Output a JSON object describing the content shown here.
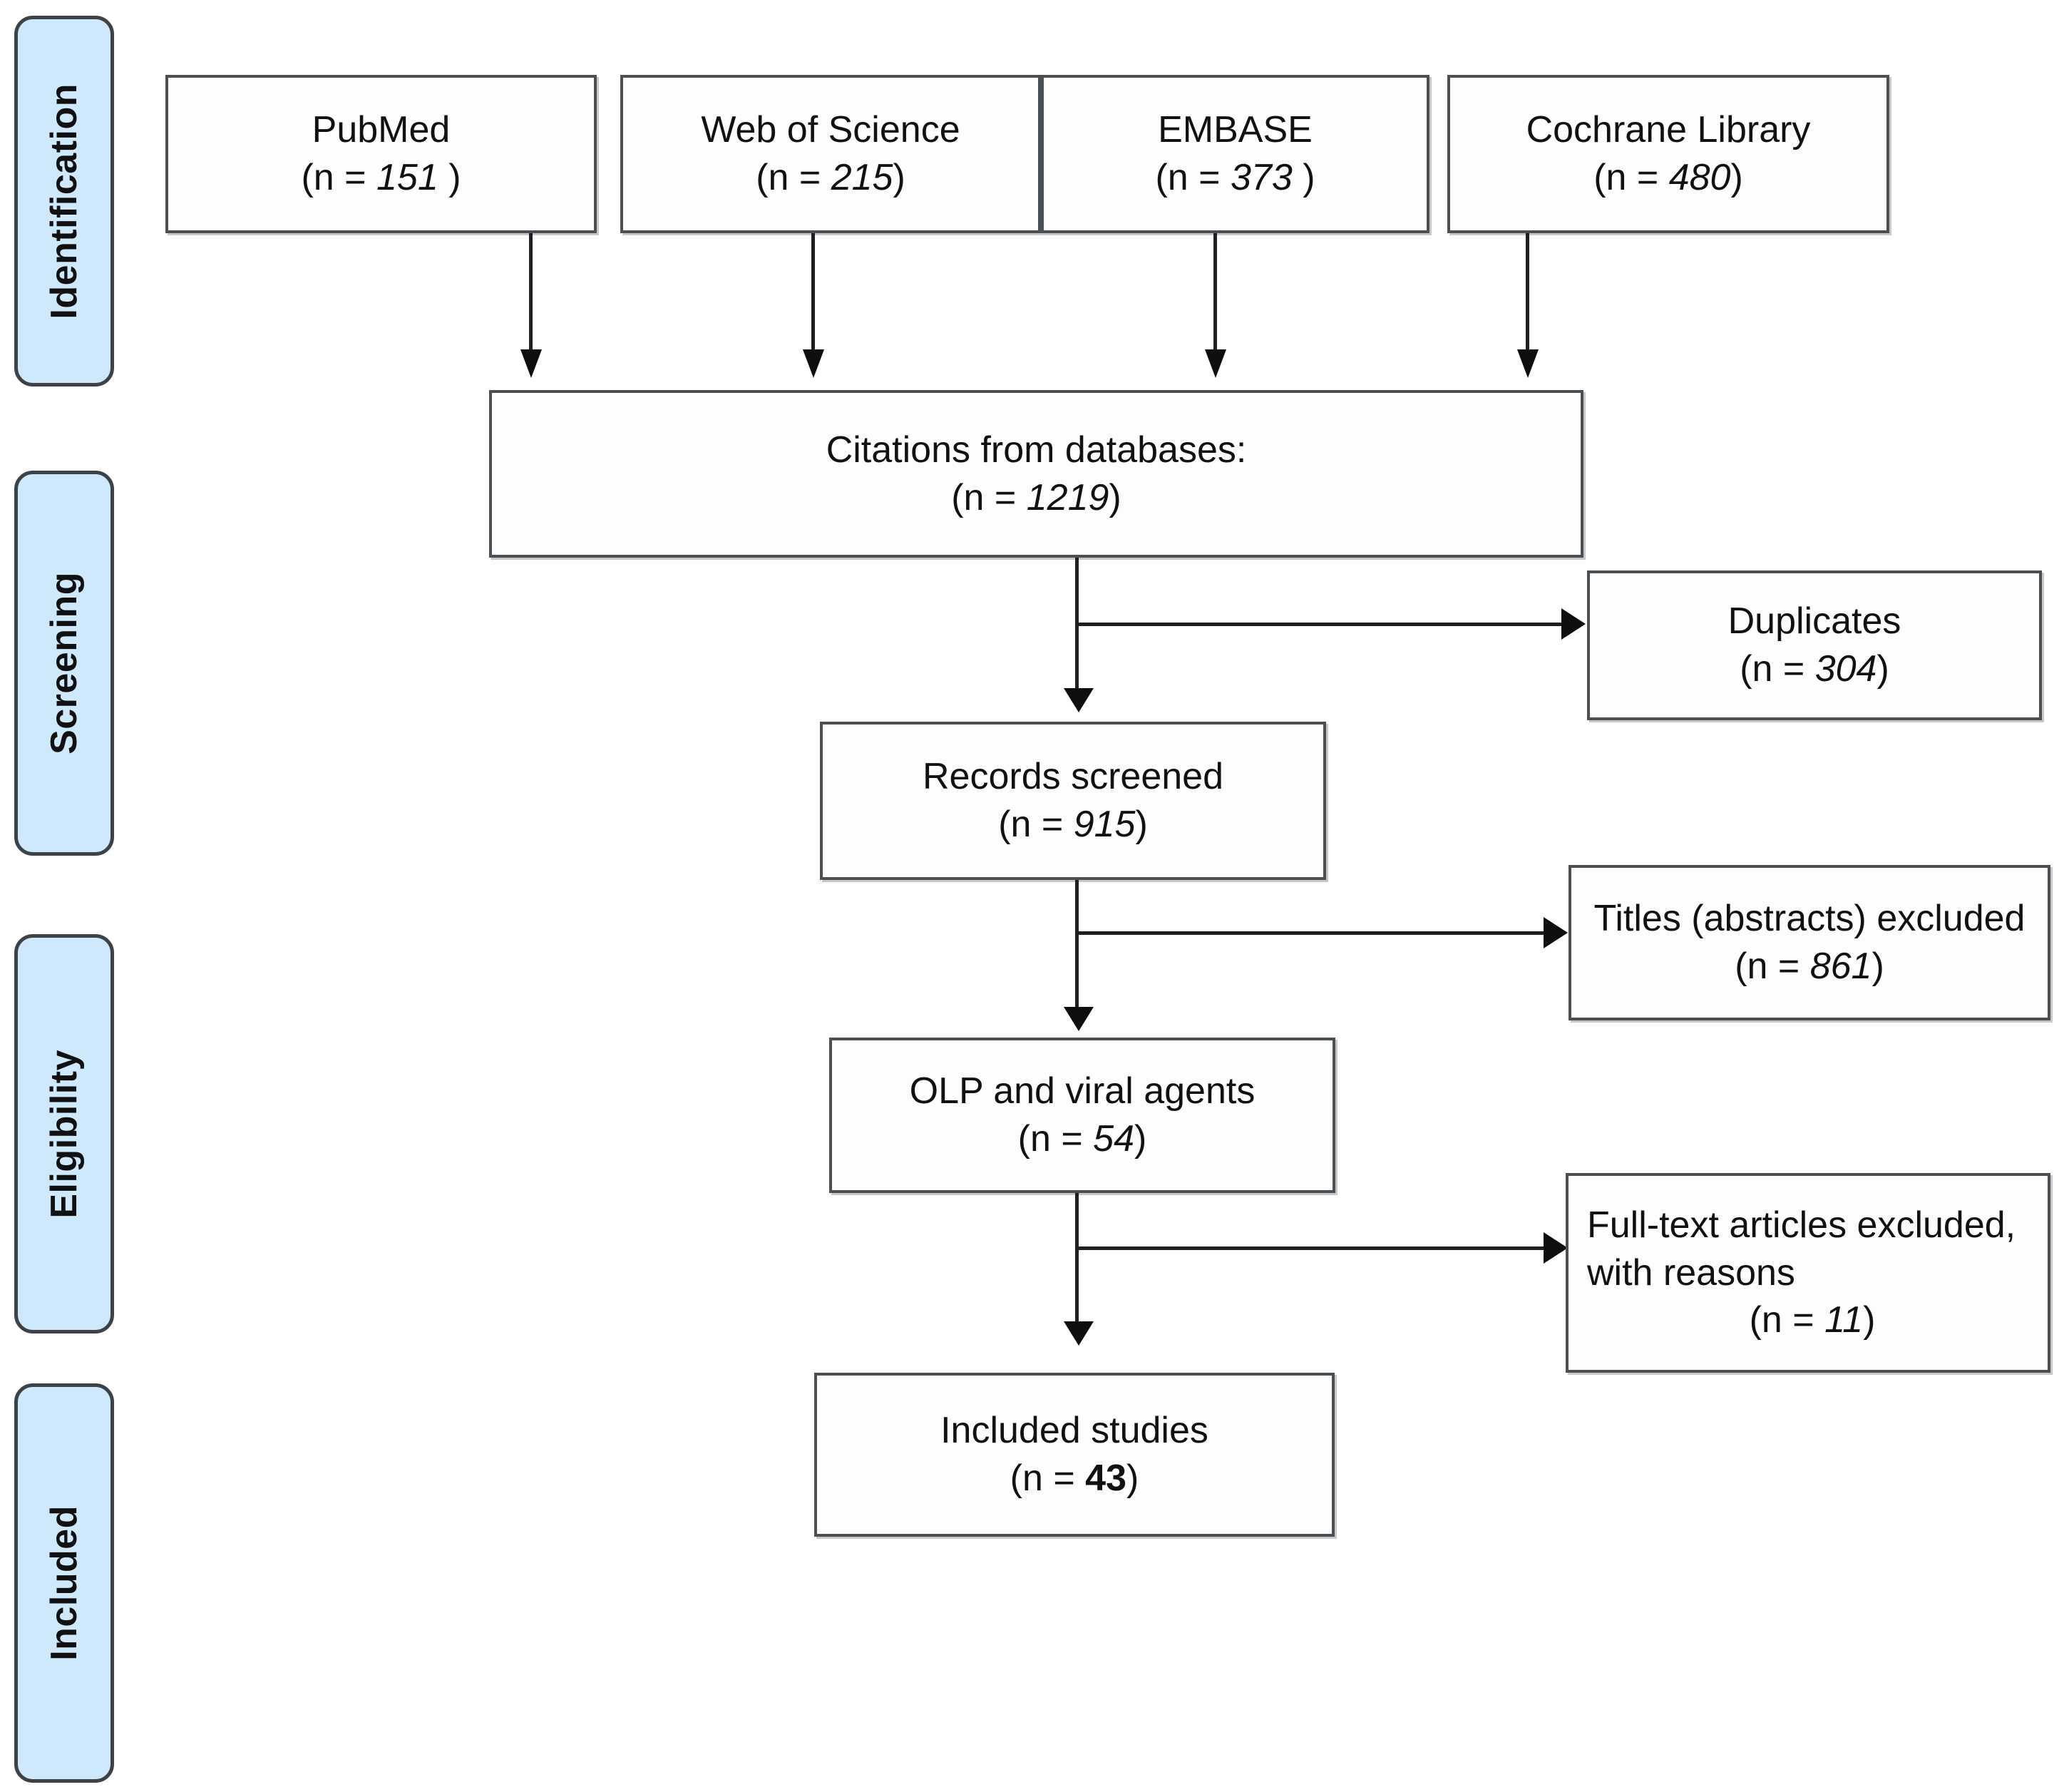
{
  "figure": {
    "type": "prisma-flow-diagram",
    "accent_color": "#cde9fb",
    "border_color": "#4a4f53",
    "connector_color": "#1d1f21"
  },
  "phases": [
    {
      "label": "Identification"
    },
    {
      "label": "Screening"
    },
    {
      "label": "Eligibility"
    },
    {
      "label": "Included"
    }
  ],
  "sources": [
    {
      "name": "PubMed",
      "count_line_prefix": "(n = ",
      "count": "151",
      "count_line_suffix": " )"
    },
    {
      "name": "Web of Science",
      "count_line_prefix": "(n = ",
      "count": "215",
      "count_line_suffix": ")"
    },
    {
      "name": "EMBASE",
      "count_line_prefix": "(n = ",
      "count": "373",
      "count_line_suffix": " )"
    },
    {
      "name": "Cochrane Library",
      "count_line_prefix": "(n = ",
      "count": "480",
      "count_line_suffix": ")"
    }
  ],
  "nodes": {
    "citations": {
      "title": "Citations from databases:",
      "count_prefix": "(n = ",
      "count": "1219",
      "count_suffix": ")"
    },
    "duplicates": {
      "title": "Duplicates",
      "count_prefix": "(n =  ",
      "count": "304",
      "count_suffix": ")"
    },
    "records_screened": {
      "title": "Records screened",
      "count_prefix": "(n =  ",
      "count": "915",
      "count_suffix": ")"
    },
    "titles_excluded": {
      "title": "Titles (abstracts) excluded",
      "count_prefix": "(n =  ",
      "count": "861",
      "count_suffix": ")"
    },
    "olp_viral": {
      "title": "OLP and viral agents",
      "count_prefix": "(n = ",
      "count": "54",
      "count_suffix": ")"
    },
    "fulltext_excluded": {
      "title_line1": "Full-text articles excluded,",
      "title_line2": "with reasons",
      "count_prefix": "(n = ",
      "count": "11",
      "count_suffix": ")"
    },
    "included_studies": {
      "title": "Included studies",
      "count_prefix": "(n = ",
      "count": "43",
      "count_suffix": ")"
    }
  }
}
